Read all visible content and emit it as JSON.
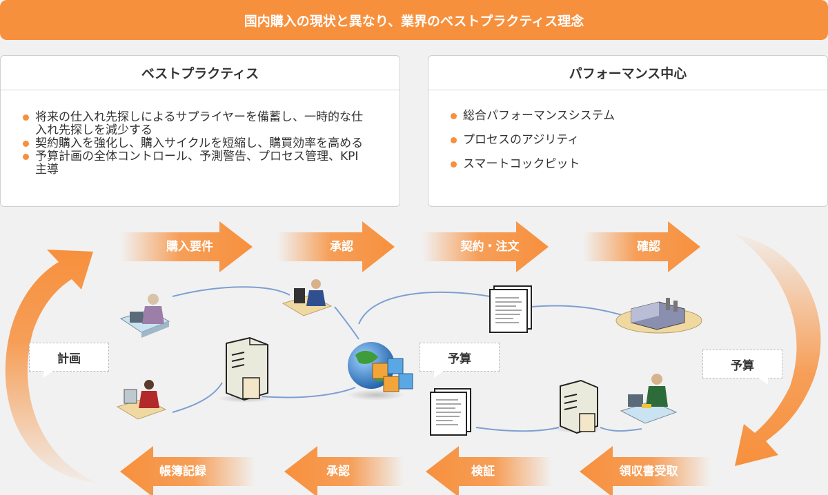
{
  "banner": {
    "title": "国内購入の現状と異なり、業界のベストプラクティス理念"
  },
  "left_panel": {
    "title": "ベストプラクティス",
    "bullets": [
      "将来の仕入れ先探しによるサプライヤーを備蓄し、一時的な仕入れ先探しを減少する",
      "契約購入を強化し、購入サイクルを短縮し、購買効率を高める",
      "予算計画の全体コントロール、予測警告、プロセス管理、KPI主導"
    ]
  },
  "right_panel": {
    "title": "パフォーマンス中心",
    "bullets": [
      "総合パフォーマンスシステム",
      "プロセスのアジリティ",
      "スマートコックピット"
    ]
  },
  "flow": {
    "top_steps": [
      "購入要件",
      "承認",
      "契約・注文",
      "確認"
    ],
    "bottom_steps": [
      "帳簿記録",
      "承認",
      "検証",
      "領収書受取"
    ],
    "callouts": {
      "left": "計画",
      "center": "予算",
      "right": "予算"
    },
    "colors": {
      "accent": "#f7903d",
      "line": "#7d9fd1"
    }
  }
}
